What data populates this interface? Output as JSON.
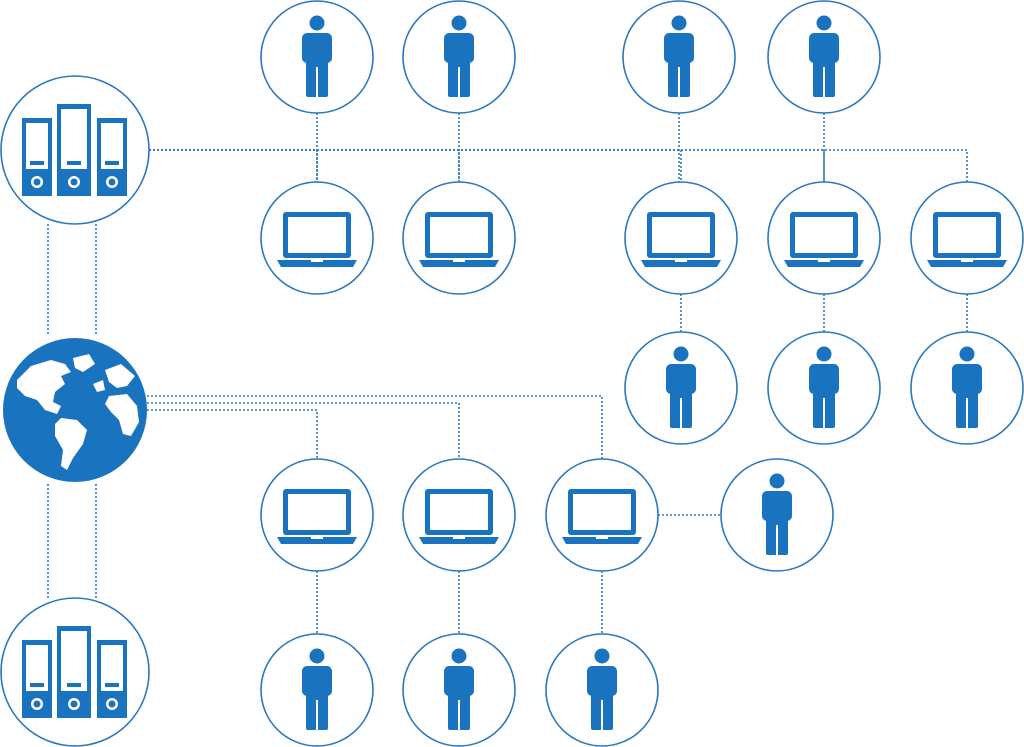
{
  "colors": {
    "primary": "#1a73be",
    "circle_stroke": "#2a78bf",
    "connector": "#2a78bf",
    "background": "#ffffff",
    "globe_land": "#ffffff"
  },
  "icons": {
    "server": "server-cabinets-icon",
    "globe": "globe-icon",
    "laptop": "laptop-icon",
    "person": "person-icon"
  },
  "nodes": [
    {
      "id": "server-top",
      "kind": "server"
    },
    {
      "id": "globe",
      "kind": "globe"
    },
    {
      "id": "server-bottom",
      "kind": "server"
    },
    {
      "id": "user-1",
      "kind": "person"
    },
    {
      "id": "user-2",
      "kind": "person"
    },
    {
      "id": "user-3",
      "kind": "person"
    },
    {
      "id": "user-4",
      "kind": "person"
    },
    {
      "id": "laptop-1",
      "kind": "laptop"
    },
    {
      "id": "laptop-2",
      "kind": "laptop"
    },
    {
      "id": "laptop-3",
      "kind": "laptop"
    },
    {
      "id": "laptop-4",
      "kind": "laptop"
    },
    {
      "id": "laptop-5",
      "kind": "laptop"
    },
    {
      "id": "user-5",
      "kind": "person"
    },
    {
      "id": "user-6",
      "kind": "person"
    },
    {
      "id": "user-7",
      "kind": "person"
    },
    {
      "id": "laptop-6",
      "kind": "laptop"
    },
    {
      "id": "laptop-7",
      "kind": "laptop"
    },
    {
      "id": "laptop-8",
      "kind": "laptop"
    },
    {
      "id": "user-8",
      "kind": "person"
    },
    {
      "id": "user-9",
      "kind": "person"
    },
    {
      "id": "user-10",
      "kind": "person"
    },
    {
      "id": "user-11",
      "kind": "person"
    }
  ],
  "edges": [
    [
      "server-top",
      "globe"
    ],
    [
      "globe",
      "server-bottom"
    ],
    [
      "server-top",
      "laptop-1"
    ],
    [
      "server-top",
      "laptop-2"
    ],
    [
      "server-top",
      "laptop-3"
    ],
    [
      "server-top",
      "laptop-4"
    ],
    [
      "server-top",
      "laptop-5"
    ],
    [
      "user-1",
      "laptop-1"
    ],
    [
      "user-2",
      "laptop-2"
    ],
    [
      "user-3",
      "laptop-3"
    ],
    [
      "user-4",
      "laptop-4"
    ],
    [
      "laptop-3",
      "user-5"
    ],
    [
      "laptop-4",
      "user-6"
    ],
    [
      "laptop-5",
      "user-7"
    ],
    [
      "globe",
      "laptop-6"
    ],
    [
      "globe",
      "laptop-7"
    ],
    [
      "globe",
      "laptop-8"
    ],
    [
      "laptop-8",
      "user-8"
    ],
    [
      "laptop-6",
      "user-9"
    ],
    [
      "laptop-7",
      "user-10"
    ],
    [
      "laptop-8",
      "user-11"
    ]
  ]
}
